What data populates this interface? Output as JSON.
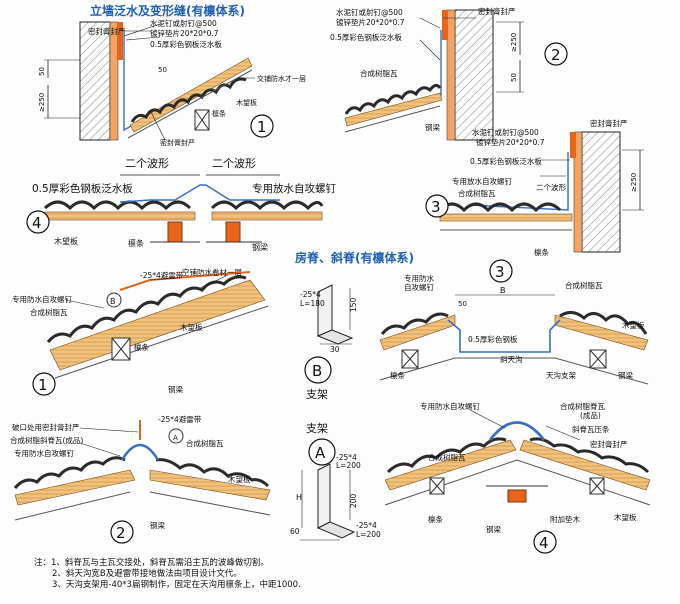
{
  "sections": {
    "top_title": "立墙泛水及变形缝(有檩体系)",
    "mid_title": "房脊、斜脊(有檩体系)"
  },
  "numbers": {
    "n1": "1",
    "n2": "2",
    "n3": "3",
    "n4": "4"
  },
  "d1": {
    "seal": "密封膏封严",
    "nail": "水泥钉或射钉@500",
    "washer": "镀锌垫片20*20*0.7",
    "flashing": "0.5厚彩色钢板泛水板",
    "waterproof": "交铺防水才一层",
    "board": "木望板",
    "seal2": "密封膏封严",
    "purlin": "檩条",
    "dim50": "50",
    "dim250": "≥250",
    "dim50b": "50"
  },
  "d2": {
    "nail": "水泥钉或射钉@500",
    "washer": "镀锌垫片20*20*0.7",
    "flashing": "0.5厚彩色钢板泛水板",
    "seal": "密封膏封严",
    "resin": "合成树脂瓦",
    "beam": "钢梁",
    "dim250": "≥250",
    "dim50": "50"
  },
  "d3": {
    "nail": "水泥钉或射钉@500",
    "washer": "镀锌垫片20*20*0.7",
    "seal": "密封膏封严",
    "flashing": "0.5厚彩色钢板泛水板",
    "screw": "专用放水自攻螺钉",
    "resin": "合成树脂瓦",
    "wave2": "二个波形",
    "purlin": "檩条",
    "dim250": "≥250"
  },
  "d4": {
    "wave_a": "二个波形",
    "wave_b": "二个波形",
    "flashing": "0.5厚彩色钢板泛水板",
    "screw": "专用放水自攻螺钉",
    "board": "木望板",
    "purlin": "檩条",
    "beam": "钢梁"
  },
  "r1": {
    "strip": "-25*4避雷带",
    "membrane": "空铺防水卷材一层",
    "screw": "专用防水自攻螺钉",
    "resin": "合成树脂瓦",
    "board": "木望板",
    "purlin": "檩条",
    "beam": "钢梁",
    "b": "B"
  },
  "rB": {
    "flat": "-25*4",
    "len": "L=180",
    "h150": "150",
    "w30": "30",
    "letter": "B",
    "caption": "支架"
  },
  "r3": {
    "screw": "专用防水",
    "screw2": "自攻螺钉",
    "b": "B",
    "dim50": "50",
    "resin": "合成树脂瓦",
    "flashing": "0.5厚彩色钢板",
    "gutter": "斜天沟",
    "board": "木望板",
    "purlin": "檩条",
    "support": "天沟支架",
    "beam": "钢梁"
  },
  "r2": {
    "seal": "破口处用密封膏封严",
    "strip": "-25*4避雷带",
    "ridge": "合成树脂斜脊瓦(成品)",
    "screw": "专用防水自攻螺钉",
    "resin": "合成树脂瓦",
    "board": "木望板",
    "beam": "钢梁",
    "a": "A"
  },
  "rA": {
    "caption": "支架",
    "letter": "A",
    "flat": "-25*4",
    "len": "L=200",
    "h": "H",
    "h200": "200",
    "w60": "60",
    "flat2": "-25*4",
    "len2": "L=200"
  },
  "r4": {
    "screw": "专用防水自攻螺钉",
    "ridge": "合成树脂脊瓦",
    "ridge2": "(成品)",
    "strip": "斜脊瓦压条",
    "seal": "密封膏封严",
    "resin": "合成树脂瓦",
    "purlin": "檩条",
    "beam": "钢梁",
    "pad": "附加垫木",
    "board": "木望板"
  },
  "notes": {
    "l1": "注：1、斜脊瓦与主瓦交接处，斜脊瓦需沿主瓦的波峰做切割。",
    "l2": "2、斜天沟宽B及避雷带接地做法由项目设计文代。",
    "l3": "3、天沟支架用-40*3扁钢制作，固定在天沟用檩条上，中距1000."
  },
  "colors": {
    "accent": "#e8641c",
    "tile": "#2b2b2b",
    "steel": "#3a6fc4",
    "wood": "#d89a4a",
    "title": "#1f5fb8"
  }
}
